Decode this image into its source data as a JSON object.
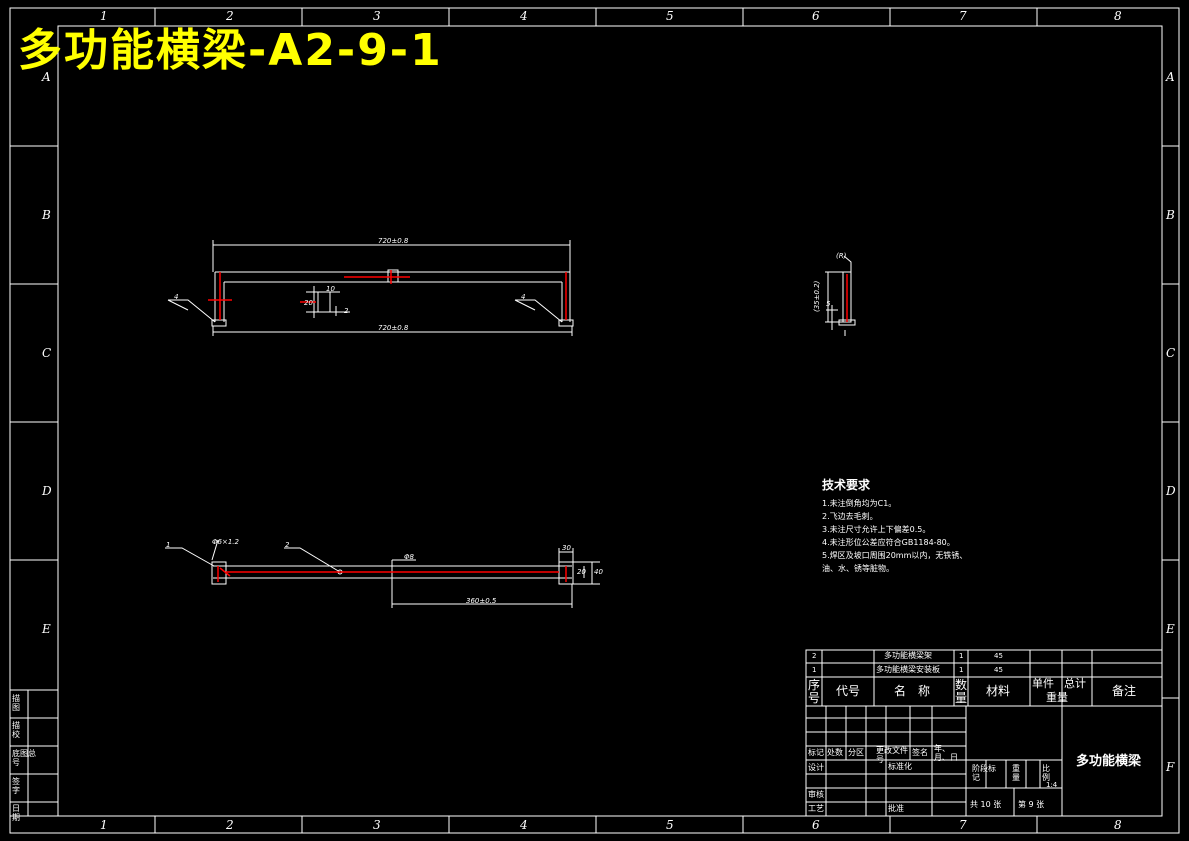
{
  "title": "多功能横梁-A2-9-1",
  "zones": {
    "columns": [
      "1",
      "2",
      "3",
      "4",
      "5",
      "6",
      "7",
      "8"
    ],
    "rows": [
      "A",
      "B",
      "C",
      "D",
      "E",
      "F"
    ]
  },
  "dimensions": {
    "top_length": "720±0.8",
    "bottom_length": "720±0.8",
    "slot_w": "10",
    "slot_h": "20",
    "slot_gap": "2",
    "weld_left": "4",
    "weld_right": "4",
    "side_height": "(35±0.2)",
    "side_small": "5",
    "side_top": "(R)",
    "bottom_span": "360±0.5",
    "bottom_dia": "Φ8",
    "bottom_end_w": "30",
    "bottom_end_h": "40",
    "bottom_end_h2": "20",
    "leader_left_top": "Φ6×1.2",
    "leader_left_num": "1",
    "leader_mid_num": "2"
  },
  "tech_requirements": {
    "heading": "技术要求",
    "items": [
      "1.未注倒角均为C1。",
      "2.飞边去毛刺。",
      "3.未注尺寸允许上下偏差0.5。",
      "4.未注形位公差应符合GB1184-80。",
      "5.焊区及坡口周围20mm以内，无铁锈、",
      "  油、水、锈等脏物。"
    ]
  },
  "parts_list": [
    {
      "no": "2",
      "name": "多功能横梁架",
      "qty": "1",
      "material": "45"
    },
    {
      "no": "1",
      "name": "多功能横梁安装板",
      "qty": "1",
      "material": "45"
    }
  ],
  "parts_header": {
    "seq": "序号",
    "code": "代号",
    "name": "名　称",
    "qty": "数量",
    "material": "材料",
    "unit_weight": "单件",
    "total_weight": "总计",
    "weight": "重量",
    "remark": "备注"
  },
  "title_block": {
    "drawing_name": "多功能横梁",
    "mark": "标记",
    "count": "处数",
    "zone": "分区",
    "change_doc": "更改文件号",
    "sign": "签名",
    "date": "年、月、日",
    "design": "设计",
    "standardize": "标准化",
    "stage_mark": "阶段标记",
    "weight": "重量",
    "scale": "比例",
    "scale_value": "1:4",
    "review": "审核",
    "process": "工艺",
    "approve": "批准",
    "total_sheets": "共 10 张",
    "sheet_no": "第 9 张"
  },
  "side_strip": {
    "items": [
      "描图",
      "描校",
      "底图总号",
      "签字",
      "日期"
    ]
  },
  "colors": {
    "frame": "#ffffff",
    "drawing_line": "#ffffff",
    "accent_red": "#ff0000",
    "title_yellow": "#ffff00",
    "background": "#000000"
  }
}
